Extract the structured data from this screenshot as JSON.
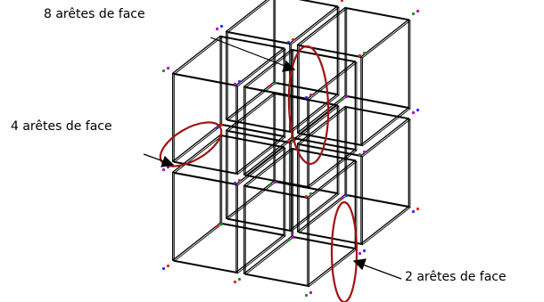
{
  "annotations": {
    "eight_face_edges": "8 arêtes de face",
    "four_face_edges": "4 arêtes de face",
    "two_face_edges": "2 arêtes de face"
  },
  "colors": {
    "edge": "#000000",
    "highlight_ellipse": "#a01414",
    "node_dot_blue": "#2c2cff",
    "node_dot_red": "#e02020",
    "node_dot_green": "#1f8a1f",
    "node_dot_purple": "#b400c8"
  }
}
